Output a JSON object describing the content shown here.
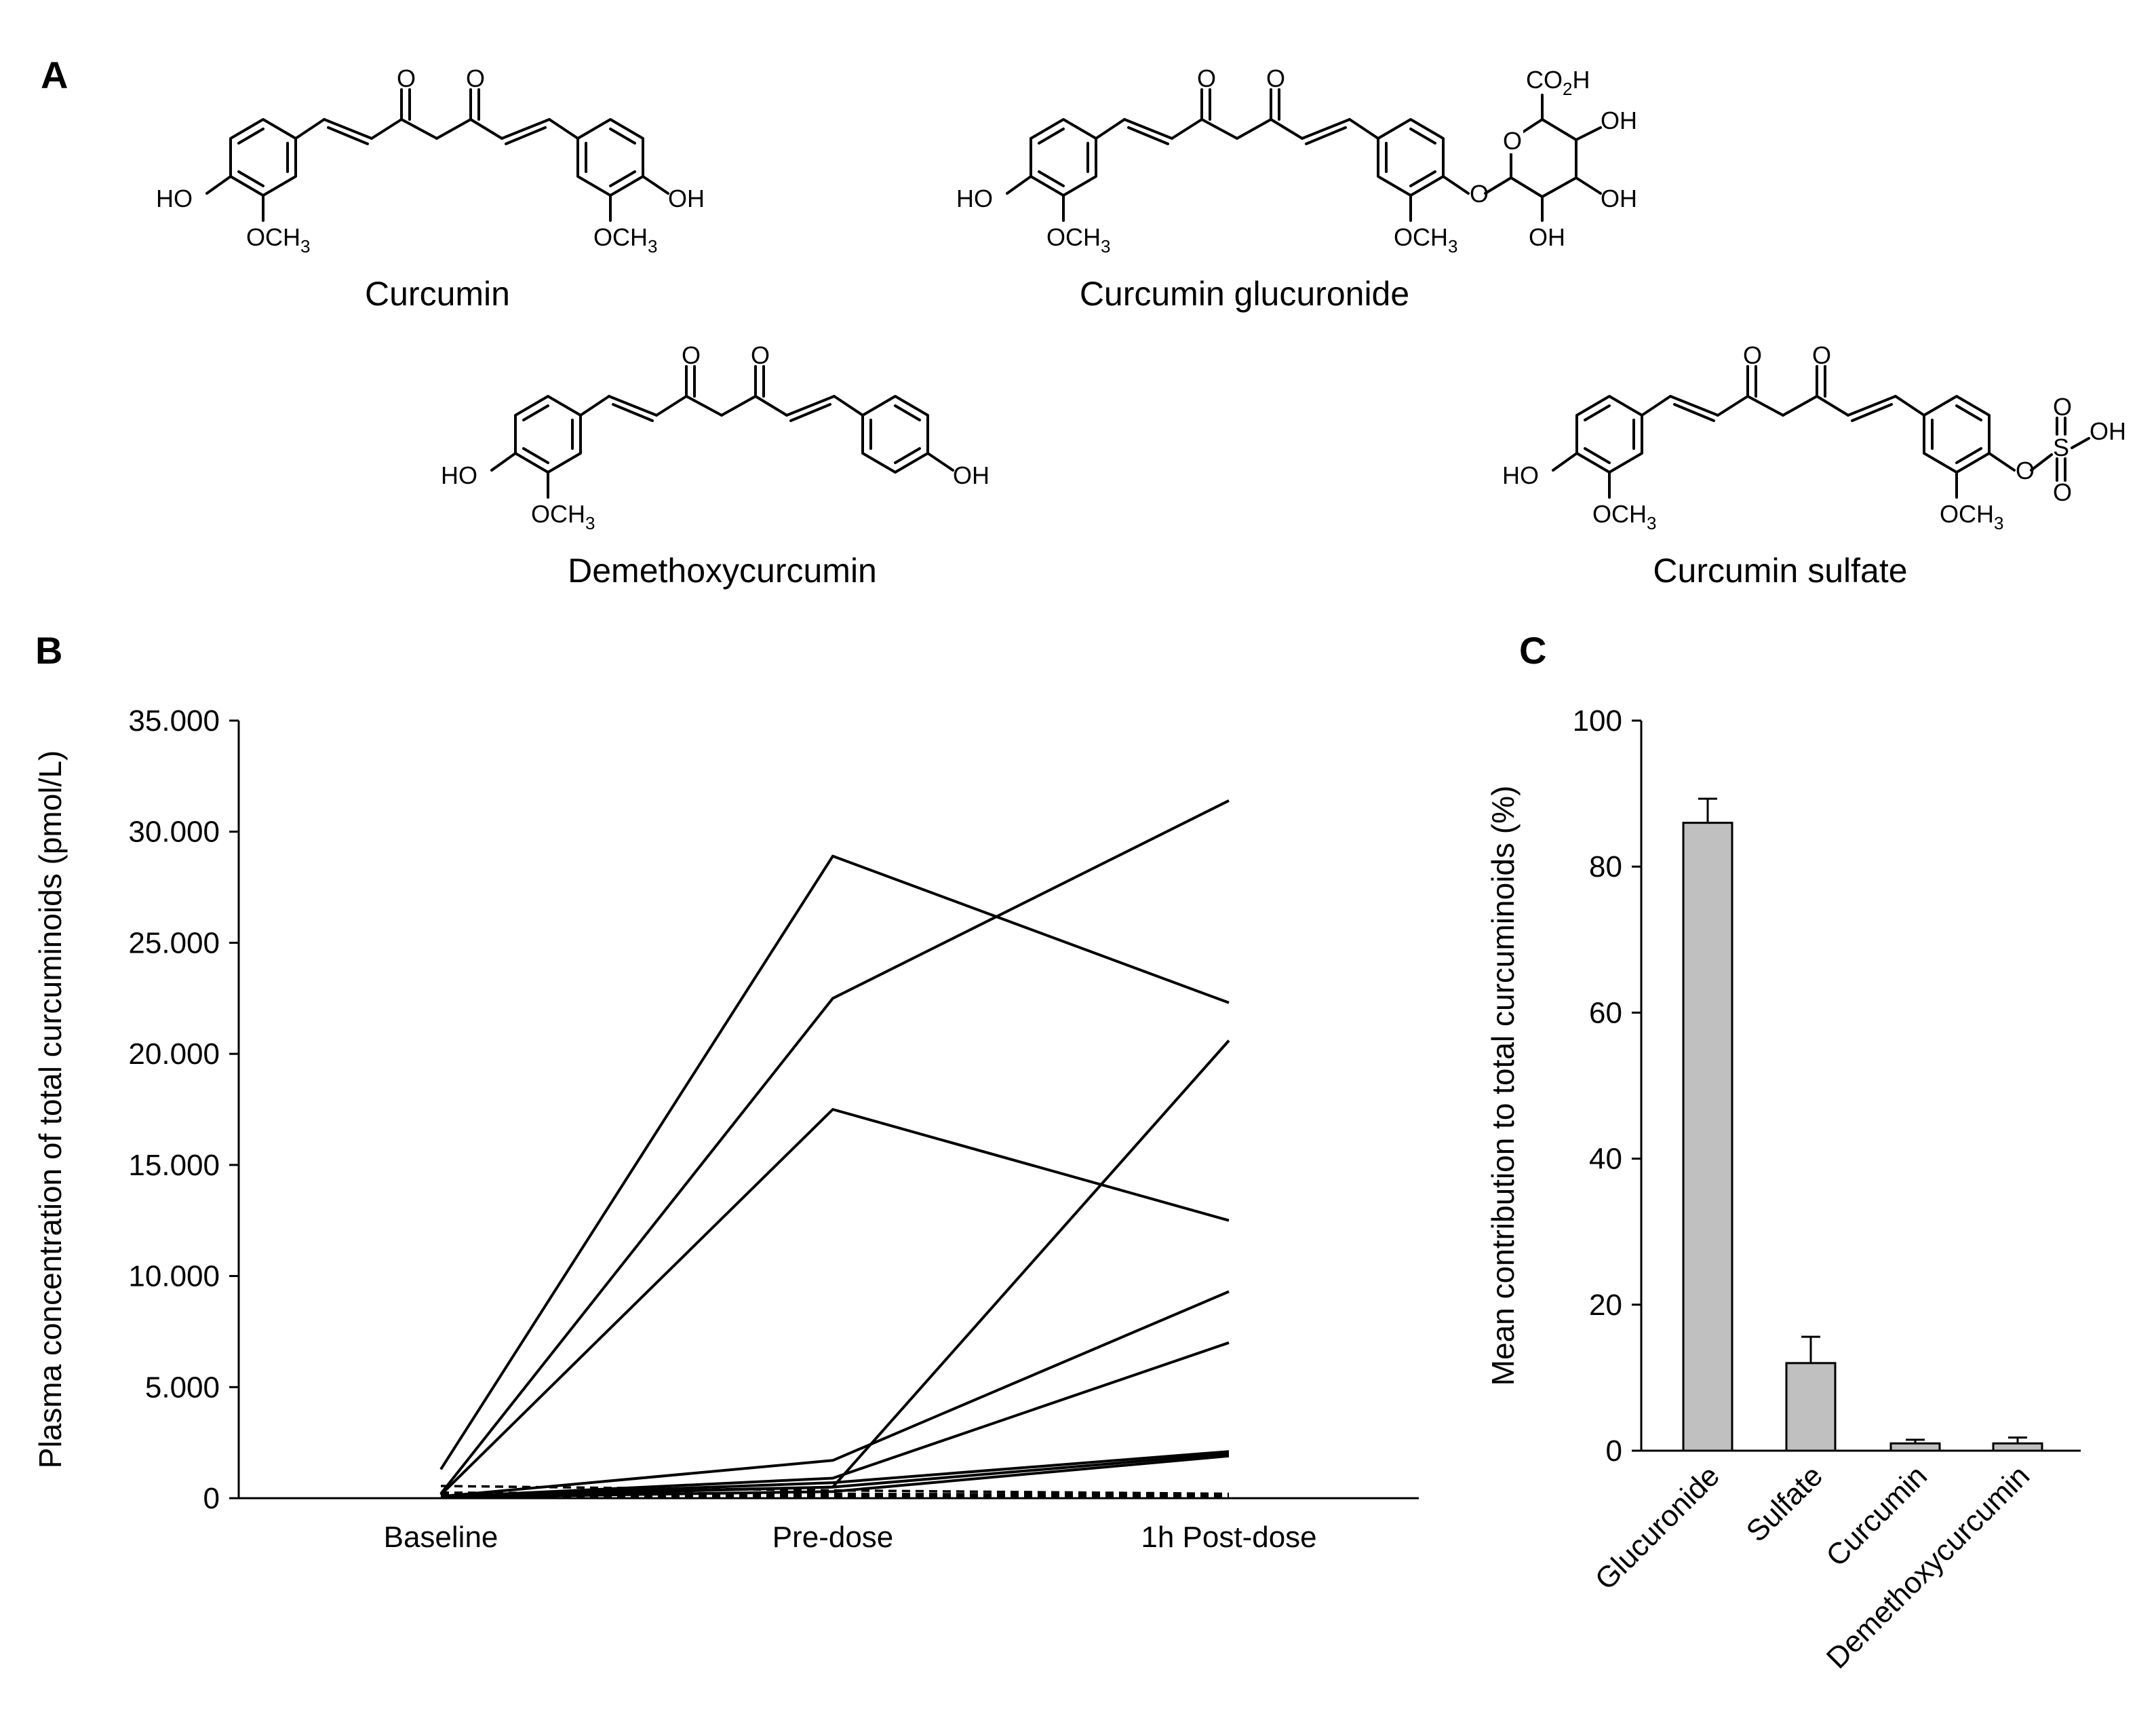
{
  "panels": {
    "a": "A",
    "b": "B",
    "c": "C"
  },
  "molecules": [
    {
      "id": "curcumin",
      "name": "Curcumin",
      "substituent": "OH"
    },
    {
      "id": "glucuronide",
      "name": "Curcumin  glucuronide",
      "substituent": "glucuronide"
    },
    {
      "id": "demethoxy",
      "name": "Demethoxycurcumin",
      "substituent": "OH"
    },
    {
      "id": "sulfate",
      "name": "Curcumin  sulfate",
      "substituent": "sulfate"
    }
  ],
  "atoms": {
    "O": "O",
    "HO": "HO",
    "OH": "OH",
    "OCH": "OCH",
    "sub3": "3",
    "CO": "CO",
    "sub2": "2",
    "H": "H",
    "S": "S"
  },
  "chart_data": [
    {
      "panel": "B",
      "type": "line",
      "ylabel": "Plasma concentration of total curcuminoids (pmol/L)",
      "xlabel": "",
      "categories": [
        "Baseline",
        "Pre-dose",
        "1h Post-dose"
      ],
      "ylim": [
        0,
        35000
      ],
      "yticks": [
        0,
        5000,
        10000,
        15000,
        20000,
        25000,
        30000,
        35000
      ],
      "ytick_labels": [
        "0",
        "5.000",
        "10.000",
        "15.000",
        "20.000",
        "25.000",
        "30.000",
        "35.000"
      ],
      "grid": false,
      "series": [
        {
          "values": [
            1300,
            28900,
            22300
          ],
          "style": "solid"
        },
        {
          "values": [
            200,
            22500,
            31400
          ],
          "style": "solid"
        },
        {
          "values": [
            150,
            17500,
            12500
          ],
          "style": "solid"
        },
        {
          "values": [
            100,
            500,
            20600
          ],
          "style": "solid"
        },
        {
          "values": [
            80,
            1700,
            9300
          ],
          "style": "solid"
        },
        {
          "values": [
            60,
            900,
            7000
          ],
          "style": "solid"
        },
        {
          "values": [
            50,
            700,
            2100
          ],
          "style": "solid"
        },
        {
          "values": [
            40,
            500,
            2000
          ],
          "style": "solid"
        },
        {
          "values": [
            30,
            300,
            1900
          ],
          "style": "solid"
        },
        {
          "values": [
            550,
            350,
            200
          ],
          "style": "dashed"
        },
        {
          "values": [
            250,
            200,
            150
          ],
          "style": "dashed"
        },
        {
          "values": [
            150,
            100,
            80
          ],
          "style": "dashed"
        },
        {
          "values": [
            100,
            80,
            60
          ],
          "style": "dashed"
        },
        {
          "values": [
            60,
            50,
            40
          ],
          "style": "dashed"
        }
      ]
    },
    {
      "panel": "C",
      "type": "bar",
      "ylabel": "Mean contribution to total curcuminoids (%)",
      "xlabel": "",
      "categories": [
        "Glucuronide",
        "Sulfate",
        "Curcumin",
        "Demethoxycurcumin"
      ],
      "values": [
        86,
        12,
        1,
        1
      ],
      "errors": [
        3.3,
        3.6,
        0.5,
        0.8
      ],
      "ylim": [
        0,
        100
      ],
      "yticks": [
        0,
        20,
        40,
        60,
        80,
        100
      ],
      "ytick_labels": [
        "0",
        "20",
        "40",
        "60",
        "80",
        "100"
      ],
      "bar_color": "#c0c0c0",
      "grid": false
    }
  ]
}
